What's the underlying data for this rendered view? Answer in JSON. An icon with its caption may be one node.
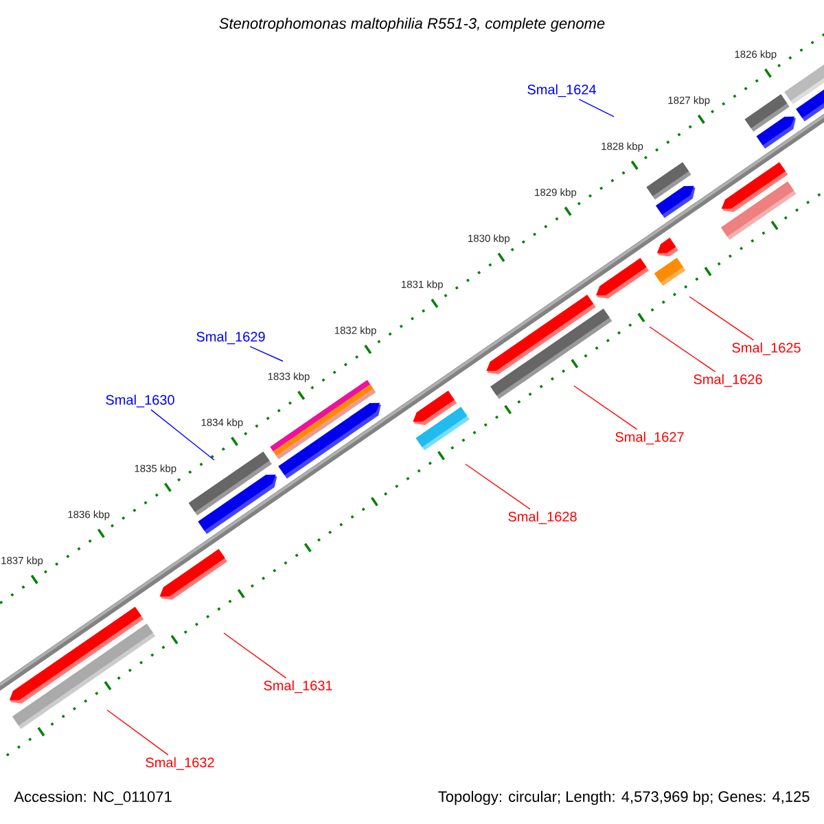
{
  "diagram": {
    "title": "Stenotrophomonas maltophilia R551-3, complete genome",
    "nodes": [
      {
        "text": [
          "Smal_1624"
        ]
      },
      {
        "text": [
          "Smal_1629"
        ]
      },
      {
        "text": [
          "Smal_1625"
        ]
      },
      {
        "text": [
          "Smal_1626"
        ]
      },
      {
        "text": [
          "Smal_1630"
        ]
      },
      {
        "text": [
          "Smal_1627"
        ]
      },
      {
        "text": [
          "Smal_1628"
        ]
      },
      {
        "text": [
          "Smal_1631"
        ]
      },
      {
        "text": [
          "Smal_1632"
        ]
      }
    ],
    "edges": [
      {
        "from": 0,
        "to": null,
        "arrow": "none",
        "color": "#0000ff"
      },
      {
        "from": 1,
        "to": null,
        "arrow": "none",
        "color": "#0000ff"
      },
      {
        "from": 2,
        "to": null,
        "arrow": "none"
      },
      {
        "from": 3,
        "to": null,
        "arrow": "none"
      },
      {
        "from": 4,
        "to": null,
        "arrow": "none",
        "color": "#0000ff"
      },
      {
        "from": 5,
        "to": null,
        "arrow": "none"
      },
      {
        "from": 6,
        "to": null,
        "arrow": "none"
      },
      {
        "from": 7,
        "to": null,
        "arrow": "none"
      },
      {
        "from": 8,
        "to": null,
        "arrow": "none"
      }
    ],
    "labels": [
      "1826 kbp",
      "1827 kbp",
      "1828 kbp",
      "1829 kbp",
      "1830 kbp",
      "1831 kbp",
      "1832 kbp",
      "1833 kbp",
      "1834 kbp",
      "1835 kbp",
      "1836 kbp",
      "1837 kbp",
      "Accession: NC_011071",
      "Topology: circular; Length: 4,573,969 bp; Genes: 4,125"
    ]
  }
}
